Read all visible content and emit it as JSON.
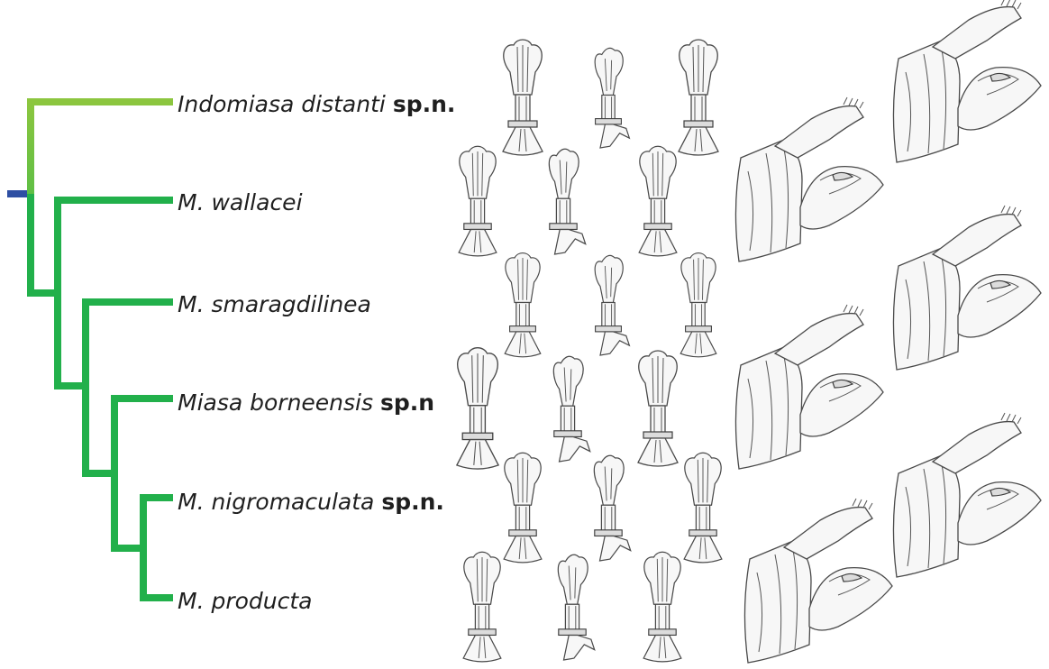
{
  "tree": {
    "colors": {
      "root_stub": "#2e4fa3",
      "indomiasa_branch": "#8cc63f",
      "miasa_clade": "#22b04b"
    },
    "taxa": [
      {
        "id": "indomiasa-distanti",
        "name": "Indomiasa distanti",
        "suffix": "sp.n."
      },
      {
        "id": "m-wallacei",
        "name": "M. wallacei",
        "suffix": ""
      },
      {
        "id": "m-smaragdilinea",
        "name": "M. smaragdilinea",
        "suffix": ""
      },
      {
        "id": "miasa-borneensis",
        "name": "Miasa borneensis",
        "suffix": "sp.n"
      },
      {
        "id": "m-nigromaculata",
        "name": "M. nigromaculata",
        "suffix": "sp.n."
      },
      {
        "id": "m-producta",
        "name": "M. producta",
        "suffix": ""
      }
    ]
  },
  "illustrations": {
    "aedeagus_views": [
      "dorsal",
      "lateral",
      "ventral"
    ],
    "rows": 6,
    "pygofer_drawings": 6
  }
}
